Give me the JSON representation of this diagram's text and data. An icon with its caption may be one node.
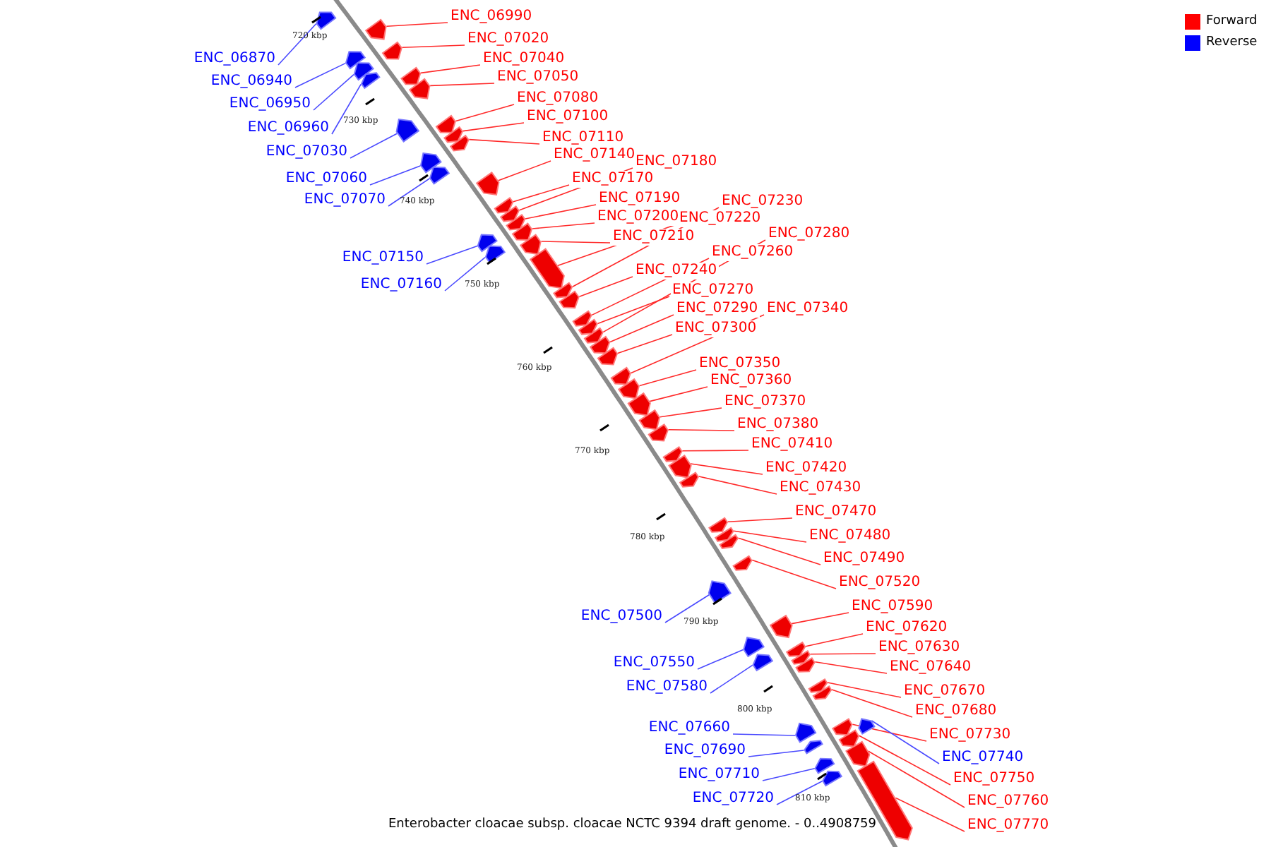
{
  "diagram": {
    "caption": "Enterobacter cloacae subsp. cloacae NCTC 9394 draft genome. - 0..4908759",
    "nodes": [
      {
        "text": [
          "ENC_06990"
        ]
      },
      {
        "text": [
          "ENC_07020"
        ]
      },
      {
        "text": [
          "ENC_06870"
        ]
      },
      {
        "text": [
          "ENC_07040"
        ]
      },
      {
        "text": [
          "ENC_07050"
        ]
      },
      {
        "text": [
          "ENC_06940"
        ]
      },
      {
        "text": [
          "ENC_07080"
        ]
      },
      {
        "text": [
          "ENC_06950"
        ]
      },
      {
        "text": [
          "ENC_07100"
        ]
      },
      {
        "text": [
          "ENC_06960"
        ]
      },
      {
        "text": [
          "ENC_07110"
        ]
      },
      {
        "text": [
          "ENC_07030"
        ]
      },
      {
        "text": [
          "ENC_07140"
        ]
      },
      {
        "text": [
          "ENC_07180"
        ]
      },
      {
        "text": [
          "ENC_07060"
        ]
      },
      {
        "text": [
          "ENC_07170"
        ]
      },
      {
        "text": [
          "ENC_07190"
        ]
      },
      {
        "text": [
          "ENC_07070"
        ]
      },
      {
        "text": [
          "ENC_07230"
        ]
      },
      {
        "text": [
          "ENC_07200"
        ]
      },
      {
        "text": [
          "ENC_07220"
        ]
      },
      {
        "text": [
          "ENC_07280"
        ]
      },
      {
        "text": [
          "ENC_07210"
        ]
      },
      {
        "text": [
          "ENC_07260"
        ]
      },
      {
        "text": [
          "ENC_07150"
        ]
      },
      {
        "text": [
          "ENC_07240"
        ]
      },
      {
        "text": [
          "ENC_07160"
        ]
      },
      {
        "text": [
          "ENC_07270"
        ]
      },
      {
        "text": [
          "ENC_07290"
        ]
      },
      {
        "text": [
          "ENC_07340"
        ]
      },
      {
        "text": [
          "ENC_07300"
        ]
      },
      {
        "text": [
          "ENC_07350"
        ]
      },
      {
        "text": [
          "ENC_07360"
        ]
      },
      {
        "text": [
          "ENC_07370"
        ]
      },
      {
        "text": [
          "ENC_07380"
        ]
      },
      {
        "text": [
          "ENC_07410"
        ]
      },
      {
        "text": [
          "ENC_07420"
        ]
      },
      {
        "text": [
          "ENC_07430"
        ]
      },
      {
        "text": [
          "ENC_07470"
        ]
      },
      {
        "text": [
          "ENC_07480"
        ]
      },
      {
        "text": [
          "ENC_07490"
        ]
      },
      {
        "text": [
          "ENC_07520"
        ]
      },
      {
        "text": [
          "ENC_07590"
        ]
      },
      {
        "text": [
          "ENC_07500"
        ]
      },
      {
        "text": [
          "ENC_07620"
        ]
      },
      {
        "text": [
          "ENC_07630"
        ]
      },
      {
        "text": [
          "ENC_07550"
        ]
      },
      {
        "text": [
          "ENC_07640"
        ]
      },
      {
        "text": [
          "ENC_07580"
        ]
      },
      {
        "text": [
          "ENC_07670"
        ]
      },
      {
        "text": [
          "ENC_07680"
        ]
      },
      {
        "text": [
          "ENC_07660"
        ]
      },
      {
        "text": [
          "ENC_07730"
        ]
      },
      {
        "text": [
          "ENC_07690"
        ]
      },
      {
        "text": [
          "ENC_07740"
        ]
      },
      {
        "text": [
          "ENC_07710"
        ]
      },
      {
        "text": [
          "ENC_07750"
        ]
      },
      {
        "text": [
          "ENC_07720"
        ]
      },
      {
        "text": [
          "ENC_07760"
        ]
      },
      {
        "text": [
          "ENC_07770"
        ]
      },
      {
        "text": [],
        "shape": "bar"
      },
      {
        "text": [],
        "shape": "bar"
      },
      {
        "text": [],
        "shape": "bar"
      },
      {
        "text": [],
        "shape": "bar"
      },
      {
        "text": [],
        "shape": "bar"
      },
      {
        "text": [],
        "shape": "bar"
      },
      {
        "text": [],
        "shape": "bar"
      },
      {
        "text": [],
        "shape": "bar"
      },
      {
        "text": [],
        "shape": "bar"
      },
      {
        "text": [],
        "shape": "bar"
      },
      {
        "text": [],
        "shape": "bar"
      },
      {
        "text": [],
        "shape": "bar"
      },
      {
        "text": [],
        "shape": "bar"
      },
      {
        "text": [],
        "shape": "bar"
      },
      {
        "text": [],
        "shape": "bar"
      },
      {
        "text": [],
        "shape": "bar"
      },
      {
        "text": [],
        "shape": "bar"
      },
      {
        "text": [],
        "shape": "bar"
      },
      {
        "text": [],
        "shape": "bar"
      },
      {
        "text": [],
        "shape": "bar"
      },
      {
        "text": [],
        "shape": "bar"
      },
      {
        "text": [],
        "shape": "bar"
      },
      {
        "text": [],
        "shape": "bar"
      },
      {
        "text": [],
        "shape": "bar"
      },
      {
        "text": [],
        "shape": "bar"
      },
      {
        "text": [],
        "shape": "bar"
      },
      {
        "text": [],
        "shape": "bar"
      },
      {
        "text": [],
        "shape": "bar"
      },
      {
        "text": [],
        "shape": "bar"
      },
      {
        "text": [],
        "shape": "bar"
      },
      {
        "text": [],
        "shape": "bar"
      },
      {
        "text": [],
        "shape": "bar"
      },
      {
        "text": [],
        "shape": "bar"
      },
      {
        "text": [],
        "shape": "bar"
      },
      {
        "text": [],
        "shape": "bar"
      },
      {
        "text": [],
        "shape": "bar"
      },
      {
        "text": [],
        "shape": "bar"
      },
      {
        "text": [],
        "shape": "bar"
      },
      {
        "text": [],
        "shape": "bar"
      },
      {
        "text": [],
        "shape": "bar"
      },
      {
        "text": [],
        "shape": "bar"
      },
      {
        "text": [],
        "shape": "bar"
      },
      {
        "text": [],
        "shape": "bar"
      },
      {
        "text": [],
        "shape": "bar"
      },
      {
        "text": [],
        "shape": "bar"
      },
      {
        "text": [],
        "shape": "bar"
      },
      {
        "text": [],
        "shape": "bar"
      },
      {
        "text": [],
        "shape": "bar"
      },
      {
        "text": [],
        "shape": "bar"
      },
      {
        "text": [],
        "shape": "bar"
      },
      {
        "text": [],
        "shape": "bar"
      },
      {
        "text": [],
        "shape": "bar"
      },
      {
        "text": [],
        "shape": "bar"
      },
      {
        "text": [],
        "shape": "bar"
      },
      {
        "text": [],
        "shape": "bar"
      },
      {
        "text": [],
        "shape": "bar"
      },
      {
        "text": [],
        "shape": "bar"
      },
      {
        "text": [],
        "shape": "bar"
      },
      {
        "text": [],
        "shape": "bar"
      },
      {
        "text": [],
        "shape": "bar"
      }
    ],
    "edges": [
      {
        "from": 0,
        "to": 60,
        "arrow": "none"
      },
      {
        "from": 1,
        "to": 61,
        "arrow": "none"
      },
      {
        "from": 2,
        "to": 62,
        "arrow": "none",
        "color": "#4a4aff"
      },
      {
        "from": 3,
        "to": 63,
        "arrow": "none"
      },
      {
        "from": 4,
        "to": 64,
        "arrow": "none"
      },
      {
        "from": 5,
        "to": 65,
        "arrow": "none",
        "color": "#4a4aff"
      },
      {
        "from": 6,
        "to": 66,
        "arrow": "none"
      },
      {
        "from": 7,
        "to": 67,
        "arrow": "none",
        "color": "#4a4aff"
      },
      {
        "from": 8,
        "to": 68,
        "arrow": "none"
      },
      {
        "from": 9,
        "to": 69,
        "arrow": "none",
        "color": "#4a4aff"
      },
      {
        "from": 10,
        "to": 70,
        "arrow": "none"
      },
      {
        "from": 11,
        "to": 71,
        "arrow": "none",
        "color": "#4a4aff"
      },
      {
        "from": 12,
        "to": 72,
        "arrow": "none"
      },
      {
        "from": 13,
        "to": 73,
        "arrow": "none"
      },
      {
        "from": 14,
        "to": 74,
        "arrow": "none",
        "color": "#4a4aff"
      },
      {
        "from": 15,
        "to": 75,
        "arrow": "none"
      },
      {
        "from": 16,
        "to": 76,
        "arrow": "none"
      },
      {
        "from": 17,
        "to": 77,
        "arrow": "none",
        "color": "#4a4aff"
      },
      {
        "from": 18,
        "to": 78,
        "arrow": "none"
      },
      {
        "from": 19,
        "to": 79,
        "arrow": "none"
      },
      {
        "from": 20,
        "to": 80,
        "arrow": "none"
      },
      {
        "from": 21,
        "to": 81,
        "arrow": "none"
      },
      {
        "from": 22,
        "to": 82,
        "arrow": "none"
      },
      {
        "from": 23,
        "to": 83,
        "arrow": "none"
      },
      {
        "from": 24,
        "to": 84,
        "arrow": "none",
        "color": "#4a4aff"
      },
      {
        "from": 25,
        "to": 85,
        "arrow": "none"
      },
      {
        "from": 26,
        "to": 86,
        "arrow": "none",
        "color": "#4a4aff"
      },
      {
        "from": 27,
        "to": 87,
        "arrow": "none"
      },
      {
        "from": 28,
        "to": 88,
        "arrow": "none"
      },
      {
        "from": 29,
        "to": 89,
        "arrow": "none"
      },
      {
        "from": 30,
        "to": 90,
        "arrow": "none"
      },
      {
        "from": 31,
        "to": 91,
        "arrow": "none"
      },
      {
        "from": 32,
        "to": 92,
        "arrow": "none"
      },
      {
        "from": 33,
        "to": 93,
        "arrow": "none"
      },
      {
        "from": 34,
        "to": 94,
        "arrow": "none"
      },
      {
        "from": 35,
        "to": 95,
        "arrow": "none"
      },
      {
        "from": 36,
        "to": 96,
        "arrow": "none"
      },
      {
        "from": 37,
        "to": 97,
        "arrow": "none"
      },
      {
        "from": 38,
        "to": 98,
        "arrow": "none"
      },
      {
        "from": 39,
        "to": 99,
        "arrow": "none"
      },
      {
        "from": 40,
        "to": 100,
        "arrow": "none"
      },
      {
        "from": 41,
        "to": 101,
        "arrow": "none"
      },
      {
        "from": 42,
        "to": 102,
        "arrow": "none"
      },
      {
        "from": 43,
        "to": 103,
        "arrow": "none",
        "color": "#4a4aff"
      },
      {
        "from": 44,
        "to": 104,
        "arrow": "none"
      },
      {
        "from": 45,
        "to": 105,
        "arrow": "none"
      },
      {
        "from": 46,
        "to": 106,
        "arrow": "none",
        "color": "#4a4aff"
      },
      {
        "from": 47,
        "to": 107,
        "arrow": "none"
      },
      {
        "from": 48,
        "to": 108,
        "arrow": "none",
        "color": "#4a4aff"
      },
      {
        "from": 49,
        "to": 109,
        "arrow": "none"
      },
      {
        "from": 50,
        "to": 110,
        "arrow": "none"
      },
      {
        "from": 51,
        "to": 111,
        "arrow": "none",
        "color": "#4a4aff"
      },
      {
        "from": 52,
        "to": 112,
        "arrow": "none"
      },
      {
        "from": 53,
        "to": 113,
        "arrow": "none",
        "color": "#4a4aff"
      },
      {
        "from": 54,
        "to": 114,
        "arrow": "none",
        "color": "#4a4aff"
      },
      {
        "from": 55,
        "to": 115,
        "arrow": "none",
        "color": "#4a4aff"
      },
      {
        "from": 56,
        "to": 116,
        "arrow": "none"
      },
      {
        "from": 57,
        "to": 117,
        "arrow": "none",
        "color": "#4a4aff"
      },
      {
        "from": 58,
        "to": 118,
        "arrow": "none"
      },
      {
        "from": 59,
        "to": 119,
        "arrow": "none"
      }
    ],
    "labels": [
      "720 kbp",
      "730 kbp",
      "740 kbp",
      "750 kbp",
      "760 kbp",
      "770 kbp",
      "780 kbp",
      "790 kbp",
      "800 kbp",
      "810 kbp"
    ],
    "legend": [
      {
        "text": "Forward",
        "color": "#ff0000"
      },
      {
        "text": "Reverse",
        "color": "#0000ff"
      }
    ]
  }
}
